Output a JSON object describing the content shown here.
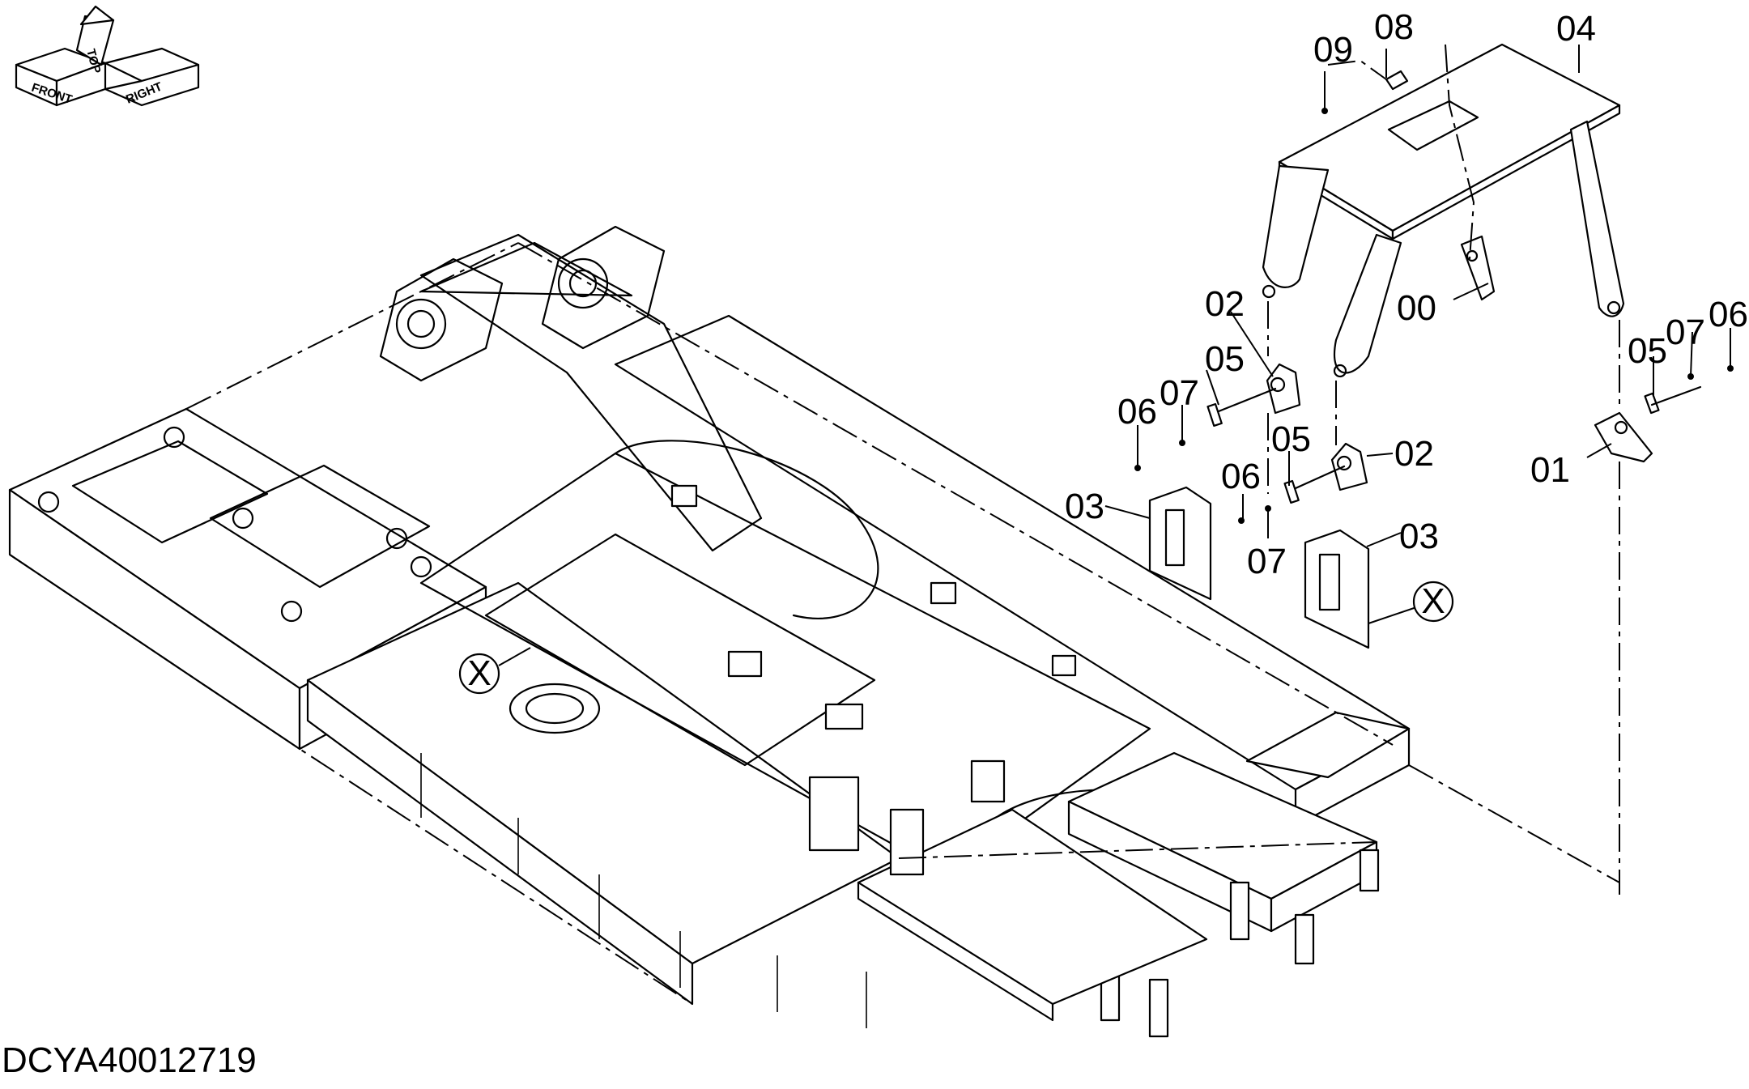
{
  "drawing": {
    "document_id": "DCYA40012719",
    "orientation_labels": {
      "front": "FRONT",
      "top": "TOP",
      "right": "RIGHT"
    },
    "section_marker": "X"
  },
  "callouts": [
    "00",
    "01",
    "02",
    "02",
    "03",
    "03",
    "04",
    "05",
    "05",
    "05",
    "06",
    "06",
    "06",
    "07",
    "07",
    "07",
    "08",
    "09"
  ]
}
